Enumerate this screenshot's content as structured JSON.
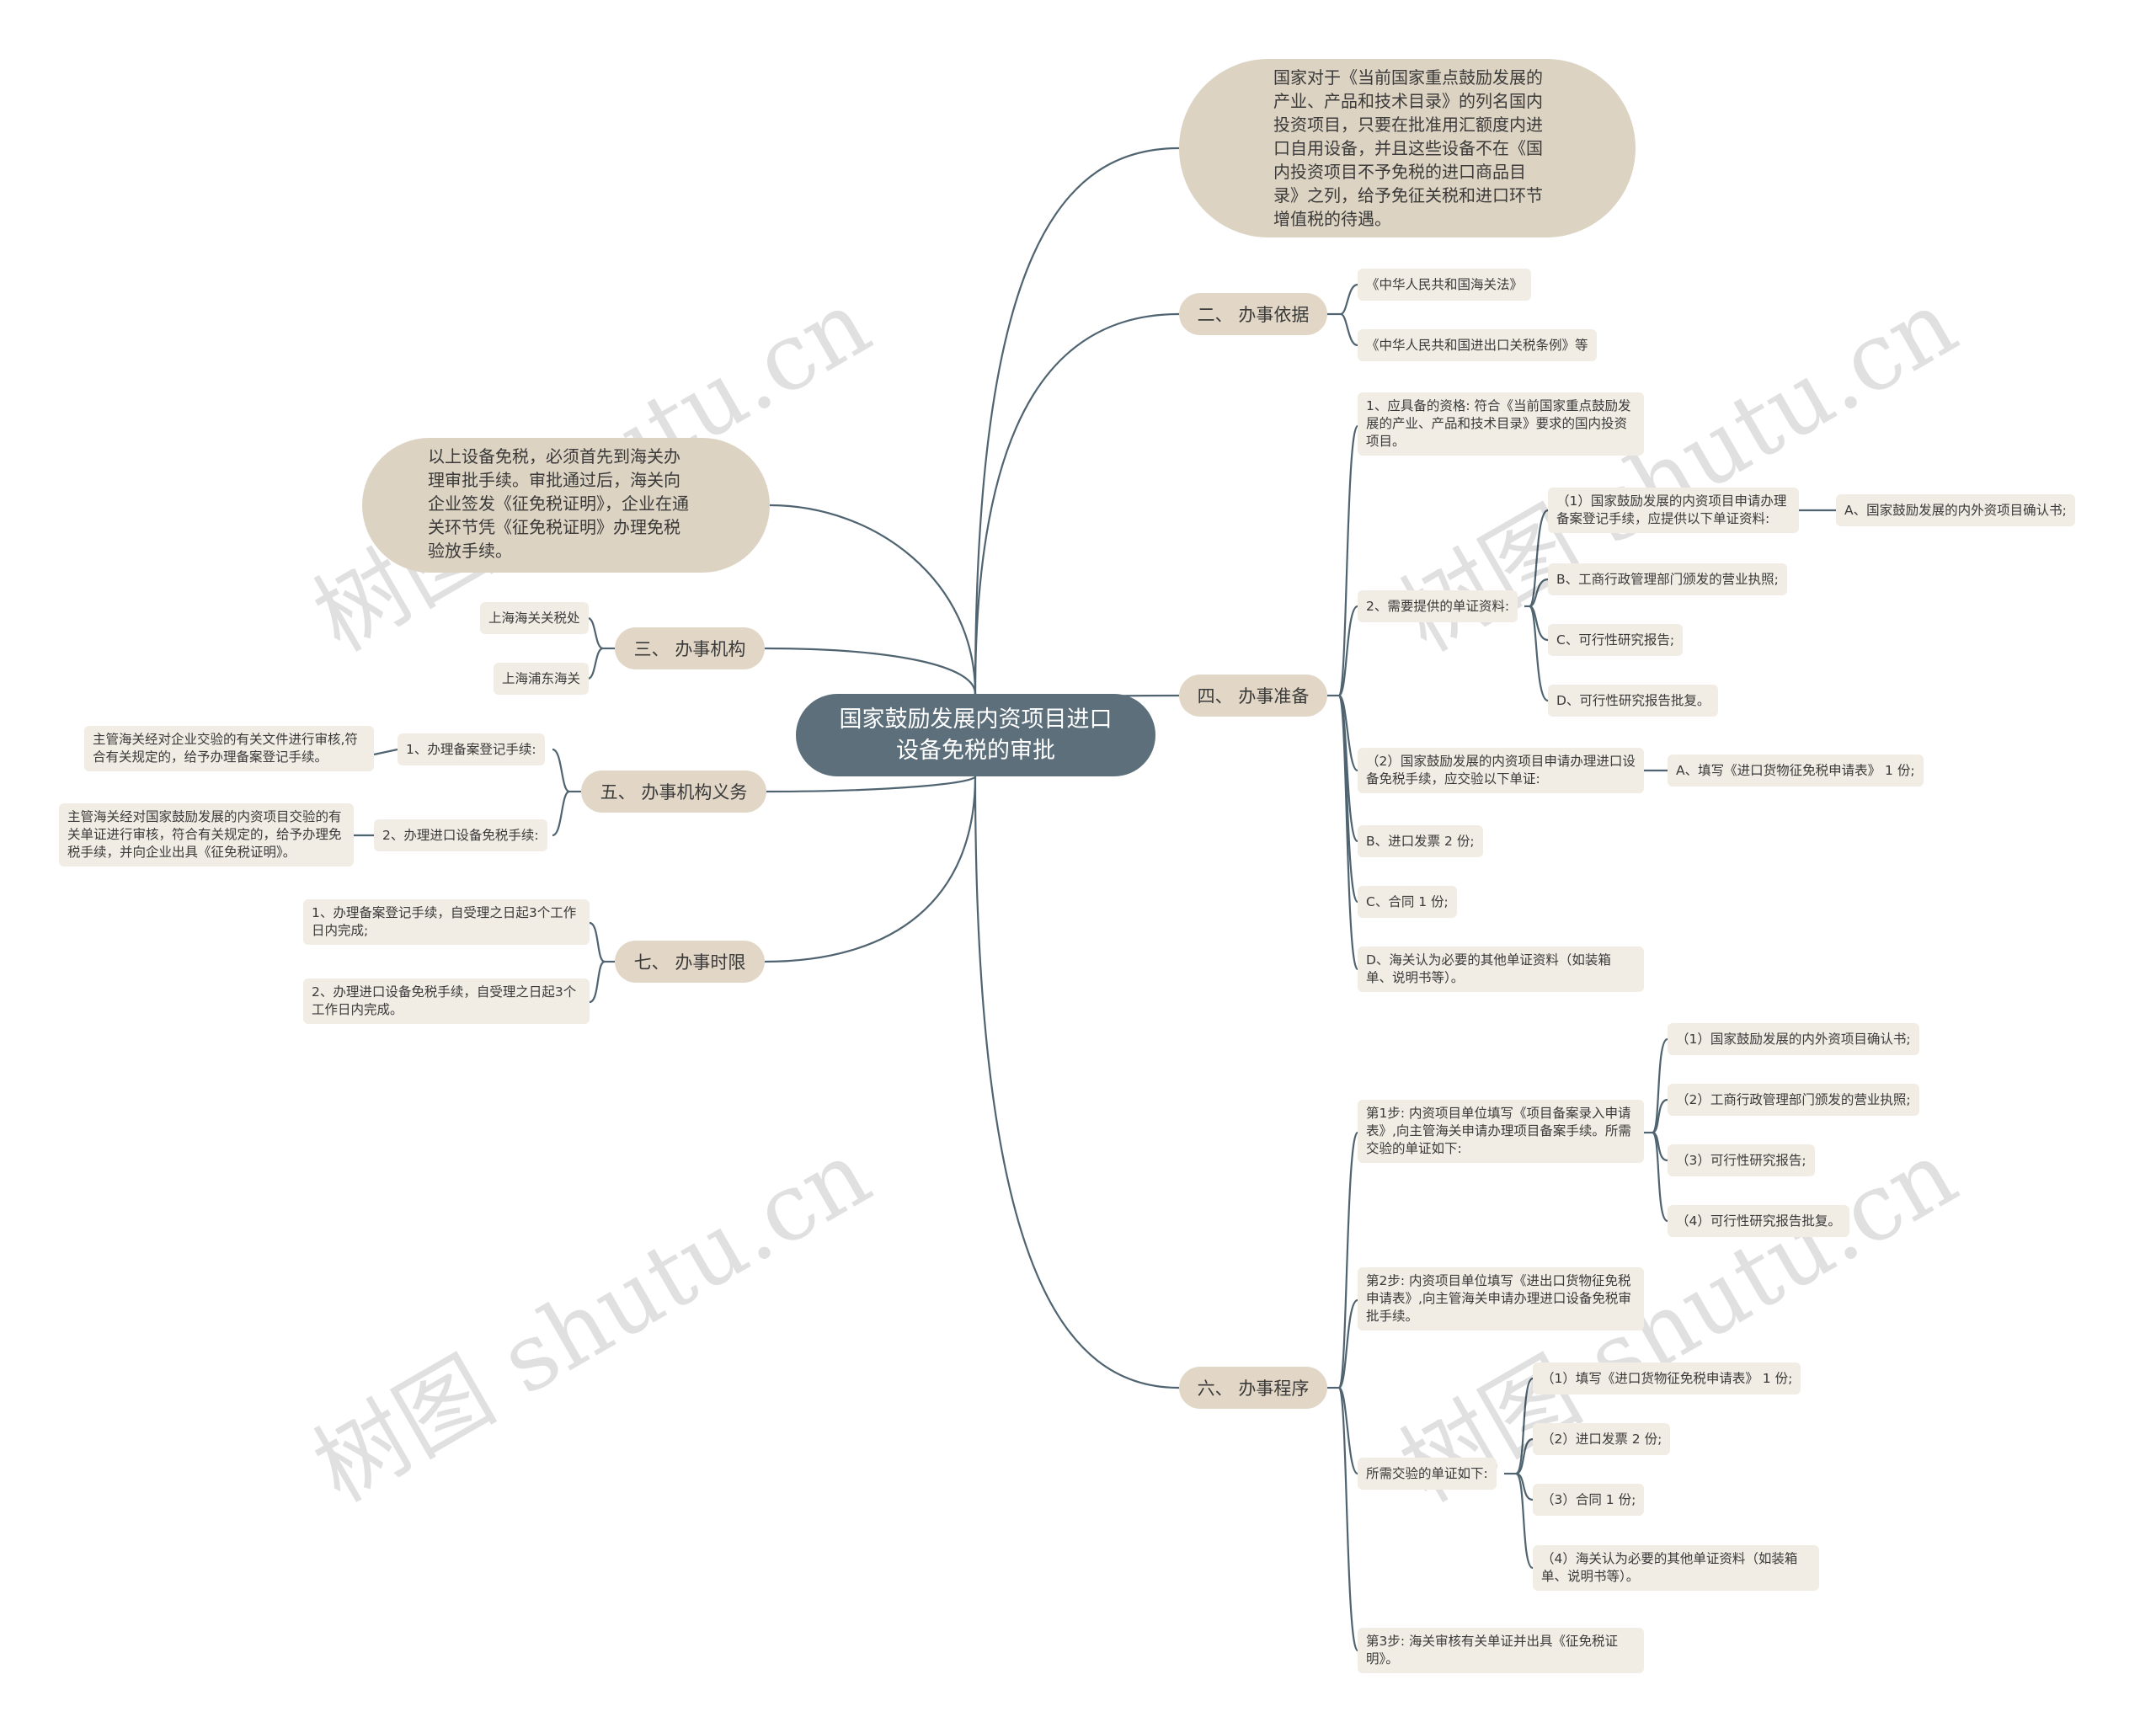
{
  "root": {
    "title": "国家鼓励发展内资项目进口设备免税的审批"
  },
  "bubbles": {
    "top_right": "国家对于《当前国家重点鼓励发展的产业、产品和技术目录》的列名国内投资项目，只要在批准用汇额度内进口自用设备，并且这些设备不在《国内投资项目不予免税的进口商品目录》之列，给予免征关税和进口环节增值税的待遇。",
    "left": "以上设备免税，必须首先到海关办理审批手续。审批通过后，海关向企业签发《征免税证明》，企业在通关环节凭《征免税证明》办理免税验放手续。"
  },
  "branches": {
    "basis": {
      "label": "二、 办事依据",
      "items": [
        "《中华人民共和国海关法》",
        "《中华人民共和国进出口关税条例》等"
      ]
    },
    "preparation": {
      "label": "四、 办事准备",
      "qualification": "1、应具备的资格: 符合《当前国家重点鼓励发展的产业、产品和技术目录》要求的国内投资项目。",
      "docs_label": "2、需要提供的单证资料:",
      "record_apply": "（1）国家鼓励发展的内资项目申请办理备案登记手续，应提供以下单证资料:",
      "record_a": "A、国家鼓励发展的内外资项目确认书;",
      "record_b": "B、工商行政管理部门颁发的营业执照;",
      "record_c": "C、可行性研究报告;",
      "record_d": "D、可行性研究报告批复。",
      "import_apply": "（2）国家鼓励发展的内资项目申请办理进口设备免税手续，应交验以下单证:",
      "import_a": "A、填写《进口货物征免税申请表》 1 份;",
      "import_b": "B、进口发票 2 份;",
      "import_c": "C、合同 1 份;",
      "import_d": "D、海关认为必要的其他单证资料（如装箱单、说明书等）。"
    },
    "procedure": {
      "label": "六、 办事程序",
      "step1": "第1步: 内资项目单位填写《项目备案录入申请表》,向主管海关申请办理项目备案手续。所需交验的单证如下:",
      "step1_items": [
        "（1）国家鼓励发展的内外资项目确认书;",
        "（2）工商行政管理部门颁发的营业执照;",
        "（3）可行性研究报告;",
        "（4）可行性研究报告批复。"
      ],
      "step2": "第2步: 内资项目单位填写《进出口货物征免税申请表》,向主管海关申请办理进口设备免税审批手续。",
      "docs_label": "所需交验的单证如下:",
      "docs_items": [
        "（1）填写《进口货物征免税申请表》 1 份;",
        "（2）进口发票 2 份;",
        "（3）合同 1 份;",
        "（4）海关认为必要的其他单证资料（如装箱单、说明书等）。"
      ],
      "step3": "第3步: 海关审核有关单证并出具《征免税证明》。"
    },
    "agency": {
      "label": "三、 办事机构",
      "items": [
        "上海海关关税处",
        "上海浦东海关"
      ]
    },
    "duties": {
      "label": "五、 办事机构义务",
      "item1": "1、办理备案登记手续:",
      "item1_detail": "主管海关经对企业交验的有关文件进行审核,符合有关规定的，给予办理备案登记手续。",
      "item2": "2、办理进口设备免税手续:",
      "item2_detail": "主管海关经对国家鼓励发展的内资项目交验的有关单证进行审核，符合有关规定的，给予办理免税手续，并向企业出具《征免税证明》。"
    },
    "time": {
      "label": "七、 办事时限",
      "items": [
        "1、办理备案登记手续，自受理之日起3个工作日内完成;",
        "2、办理进口设备免税手续，自受理之日起3个工作日内完成。"
      ]
    }
  },
  "watermark": "树图 shutu.cn",
  "colors": {
    "root": "#5c6f7b",
    "branch": "#e2d7c6",
    "bubble": "#ddd3c2",
    "leaf": "#f1ece4",
    "line": "#4f6470"
  }
}
